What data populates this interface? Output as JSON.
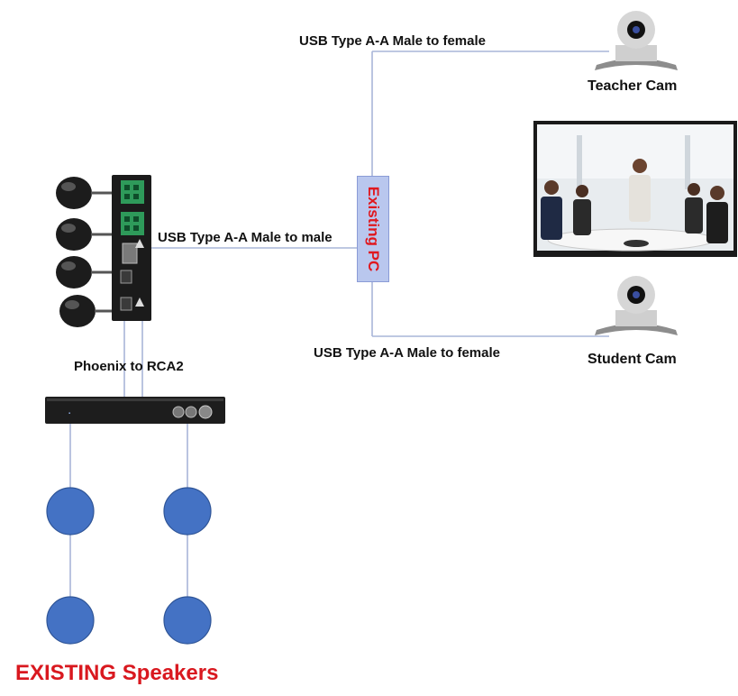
{
  "labels": {
    "usb_top": "USB Type A-A Male to female",
    "usb_mid": "USB Type A-A Male to male",
    "usb_bottom": "USB Type A-A Male to female",
    "teacher_cam": "Teacher Cam",
    "student_cam": "Student Cam",
    "existing_pc": "Existing PC",
    "phoenix": "Phoenix to RCA2",
    "speakers": "EXISTING Speakers"
  },
  "colors": {
    "connector": "#a8b6d9",
    "speaker_fill": "#4472c4",
    "speaker_stroke": "#2f5597",
    "pc_fill": "#b9c7ee",
    "accent_red": "#d9181f"
  },
  "icons": [
    "microphone-icon",
    "camera-icon",
    "display-icon",
    "audio-processor-icon",
    "amplifier-icon",
    "speaker-icon"
  ]
}
